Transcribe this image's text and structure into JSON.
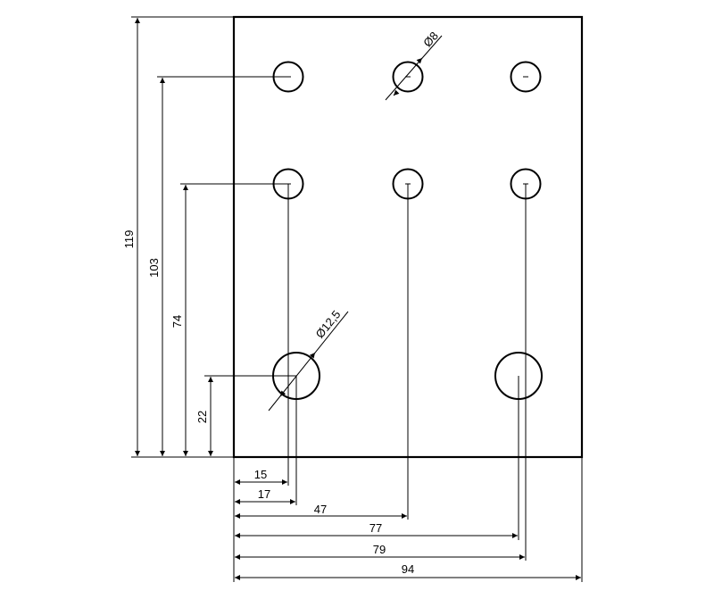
{
  "drawing": {
    "labels": {
      "dia_small": "Ø8",
      "dia_large": "Ø12,5",
      "h_119": "119",
      "h_103": "103",
      "h_74": "74",
      "h_22": "22",
      "w_15": "15",
      "w_17": "17",
      "w_47": "47",
      "w_77": "77",
      "w_79": "79",
      "w_94": "94"
    }
  }
}
